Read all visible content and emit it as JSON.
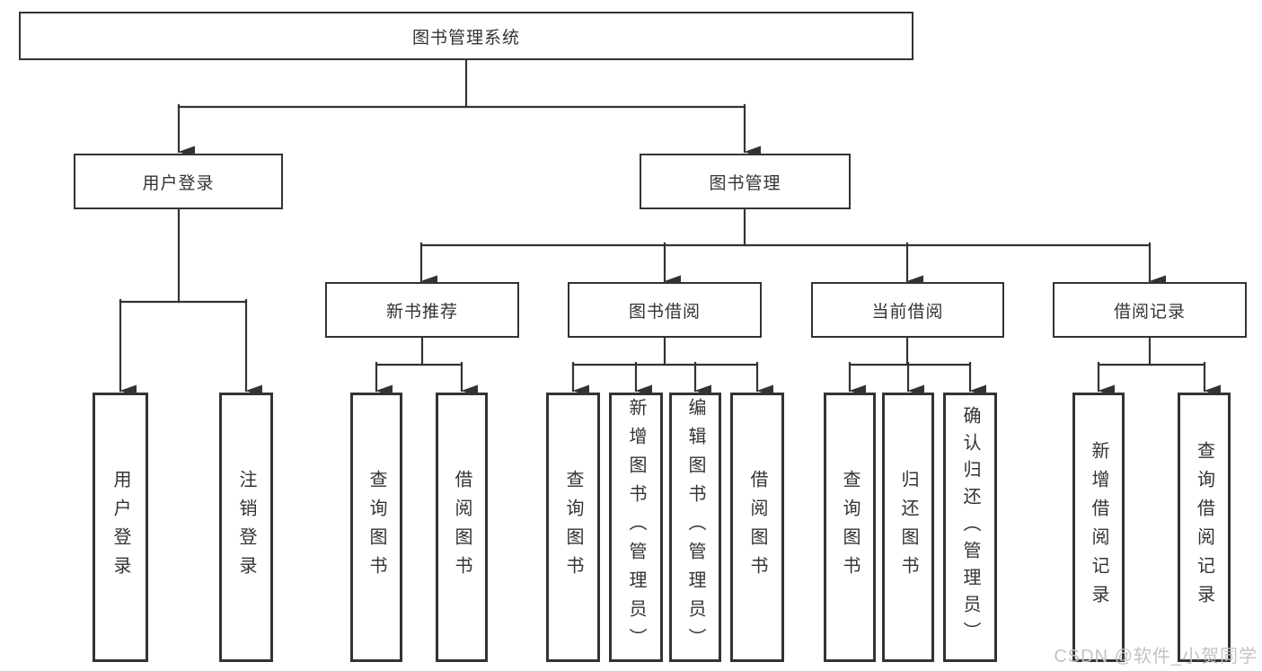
{
  "diagram_type": "hierarchy-tree",
  "title": "图书管理系统",
  "colors": {
    "line": "#333333",
    "box_border": "#333333",
    "text": "#333333",
    "background": "#ffffff",
    "watermark": "#c3c3c6"
  },
  "watermark": "CSDN @软件_小贺同学",
  "nodes": [
    {
      "id": "system",
      "label": "图书管理系统",
      "parent": null
    },
    {
      "id": "user-login",
      "label": "用户登录",
      "parent": "system"
    },
    {
      "id": "book-management",
      "label": "图书管理",
      "parent": "system"
    },
    {
      "id": "new-book-recommend",
      "label": "新书推荐",
      "parent": "book-management"
    },
    {
      "id": "book-borrow",
      "label": "图书借阅",
      "parent": "book-management"
    },
    {
      "id": "current-borrow",
      "label": "当前借阅",
      "parent": "book-management"
    },
    {
      "id": "borrow-records",
      "label": "借阅记录",
      "parent": "book-management"
    },
    {
      "id": "user-login-leaf",
      "label": "用户登录",
      "parent": "user-login"
    },
    {
      "id": "logout",
      "label": "注销登录",
      "parent": "user-login"
    },
    {
      "id": "query-books-rec",
      "label": "查询图书",
      "parent": "new-book-recommend"
    },
    {
      "id": "borrow-books-rec",
      "label": "借阅图书",
      "parent": "new-book-recommend"
    },
    {
      "id": "query-books-borrow",
      "label": "查询图书",
      "parent": "book-borrow"
    },
    {
      "id": "add-books-admin",
      "label": "新增图书（管理员）",
      "parent": "book-borrow"
    },
    {
      "id": "edit-books-admin",
      "label": "编辑图书（管理员）",
      "parent": "book-borrow"
    },
    {
      "id": "borrow-books",
      "label": "借阅图书",
      "parent": "book-borrow"
    },
    {
      "id": "query-books-current",
      "label": "查询图书",
      "parent": "current-borrow"
    },
    {
      "id": "return-books",
      "label": "归还图书",
      "parent": "current-borrow"
    },
    {
      "id": "confirm-return-admin",
      "label": "确认归还（管理员）",
      "parent": "current-borrow"
    },
    {
      "id": "add-borrow-record",
      "label": "新增借阅记录",
      "parent": "borrow-records"
    },
    {
      "id": "query-borrow-record",
      "label": "查询借阅记录",
      "parent": "borrow-records"
    }
  ]
}
